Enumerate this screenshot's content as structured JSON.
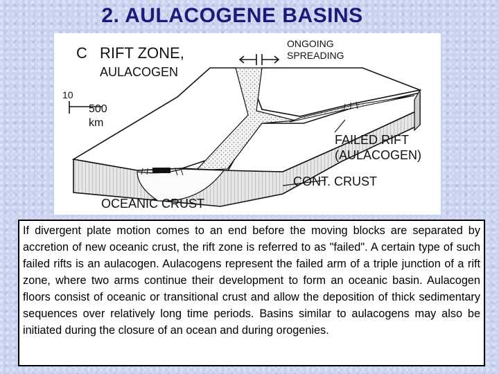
{
  "slide": {
    "title": "2. AULACOGENE BASINS"
  },
  "diagram": {
    "panel_letter": "C",
    "heading_line1": "RIFT ZONE,",
    "heading_line2": "AULACOGEN",
    "spreading_line1": "ONGOING",
    "spreading_line2": "SPREADING",
    "scale_vertical": "10",
    "scale_horizontal": "500",
    "scale_unit": "km",
    "failed_rift_line1": "FAILED RIFT",
    "failed_rift_line2": "(AULACOGEN)",
    "cont_crust": "CONT. CRUST",
    "oceanic_crust": "OCEANIC CRUST"
  },
  "body_text": "If divergent plate motion comes to an end before the moving blocks are separated by accretion of new oceanic crust, the rift zone is referred to as \"failed\". A certain type of such failed rifts is an aulacogen. Aulacogens represent the failed arm of a triple junction of a rift zone, where two arms continue their development to form an oceanic basin. Aulacogen floors consist of oceanic or transitional crust and allow the deposition of thick sedimentary sequences over relatively long time periods. Basins similar to aulacogens may also be initiated during the closure of an ocean and during orogenies."
}
